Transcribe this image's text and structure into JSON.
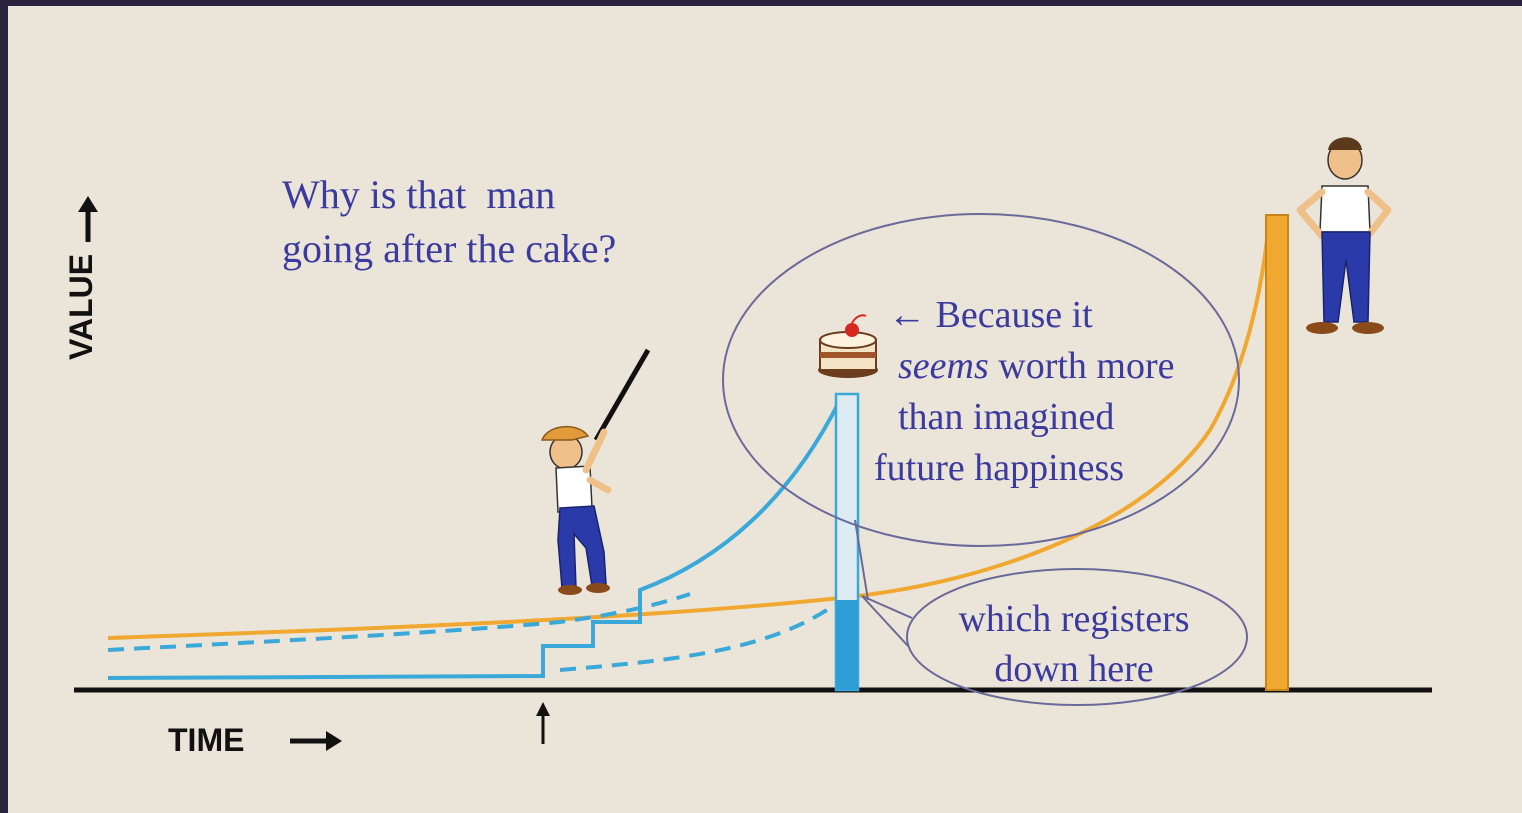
{
  "question": {
    "line1": "Why is that  man",
    "line2": "going after the cake?"
  },
  "answer": {
    "arrow": "←",
    "line1_rest": " Because it",
    "line2_emph": "seems",
    "line2_rest": " worth more",
    "line3": "than imagined",
    "line4": "future happiness"
  },
  "registers": {
    "line1": "which registers",
    "line2": "down here"
  },
  "axes": {
    "x_label": "TIME",
    "y_label": "VALUE"
  },
  "colors": {
    "text": "#3b3a9e",
    "orange": "#f0a830",
    "blue": "#3aa8d8",
    "ellipse": "#6a6a9a",
    "axis": "#111111"
  },
  "icons": [
    "man-with-pole-figure",
    "cake-icon",
    "standing-man-figure"
  ]
}
